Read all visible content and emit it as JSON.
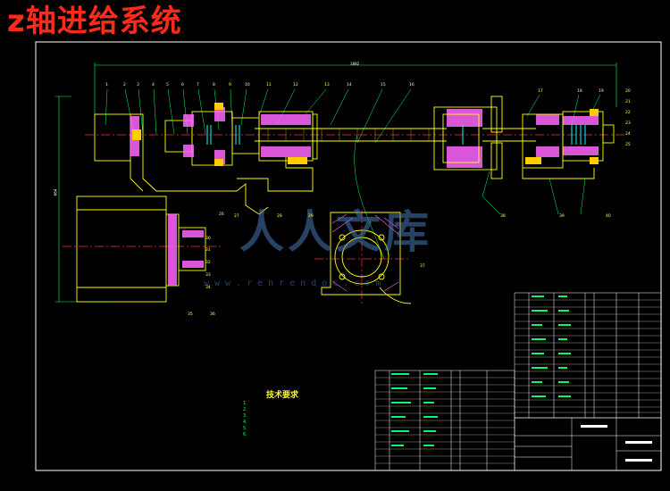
{
  "title": "z轴进给系统",
  "watermark": {
    "logo_text": "人人文库",
    "url": "www.renrendoc.com"
  },
  "tech_requirements": {
    "heading": "技术要求",
    "lines": [
      "1.",
      "2.",
      "3.",
      "4.",
      "5.",
      "6."
    ]
  },
  "dimensions": {
    "total_length": "1882",
    "height": "664"
  },
  "balloons_top": [
    "1",
    "2",
    "3",
    "4",
    "5",
    "6",
    "7",
    "8",
    "9",
    "10",
    "11",
    "12",
    "13",
    "14",
    "15",
    "16",
    "17",
    "18",
    "19",
    "20"
  ],
  "balloons_right": [
    "21",
    "22",
    "23",
    "24",
    "25"
  ],
  "balloons_bottom": [
    "26",
    "27",
    "28",
    "29",
    "30",
    "31",
    "32",
    "33",
    "34",
    "35",
    "36",
    "37",
    "38",
    "39",
    "40"
  ],
  "colors": {
    "background": "#000000",
    "frame": "#ffffff",
    "outline": "#ffff00",
    "centerline": "#ff3030",
    "hatch": "#ff66ff",
    "dimension": "#00ff66",
    "bearing": "#00ffff"
  }
}
